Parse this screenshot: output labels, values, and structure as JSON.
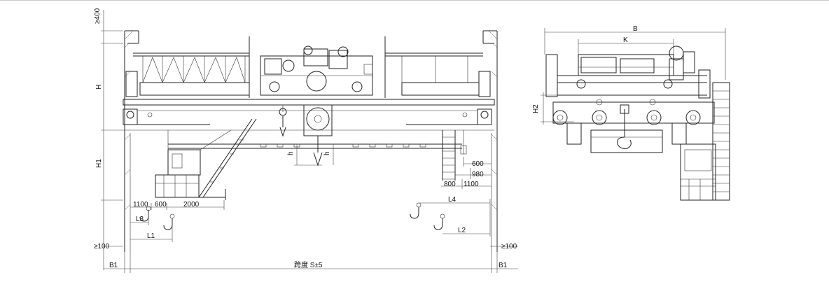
{
  "front_view": {
    "dim_400": "≥400",
    "dim_H": "H",
    "dim_H1": "H1",
    "dim_100_left": "≥100",
    "dim_100_right": "≥100",
    "dim_B1_left": "B1",
    "dim_B1_right": "B1",
    "span": "跨度 S±5",
    "dim_1100_left": "1100",
    "dim_600_left": "600",
    "dim_2000": "2000",
    "dim_L3": "L3",
    "dim_L1": "L1",
    "dim_L4": "L4",
    "dim_L2": "L2",
    "dim_h_left": "h",
    "dim_h_right": "h",
    "dim_600_right": "600",
    "dim_980": "980",
    "dim_800": "800",
    "dim_1100_right": "1100"
  },
  "side_view": {
    "dim_B": "B",
    "dim_K": "K",
    "dim_H2": "H2"
  }
}
